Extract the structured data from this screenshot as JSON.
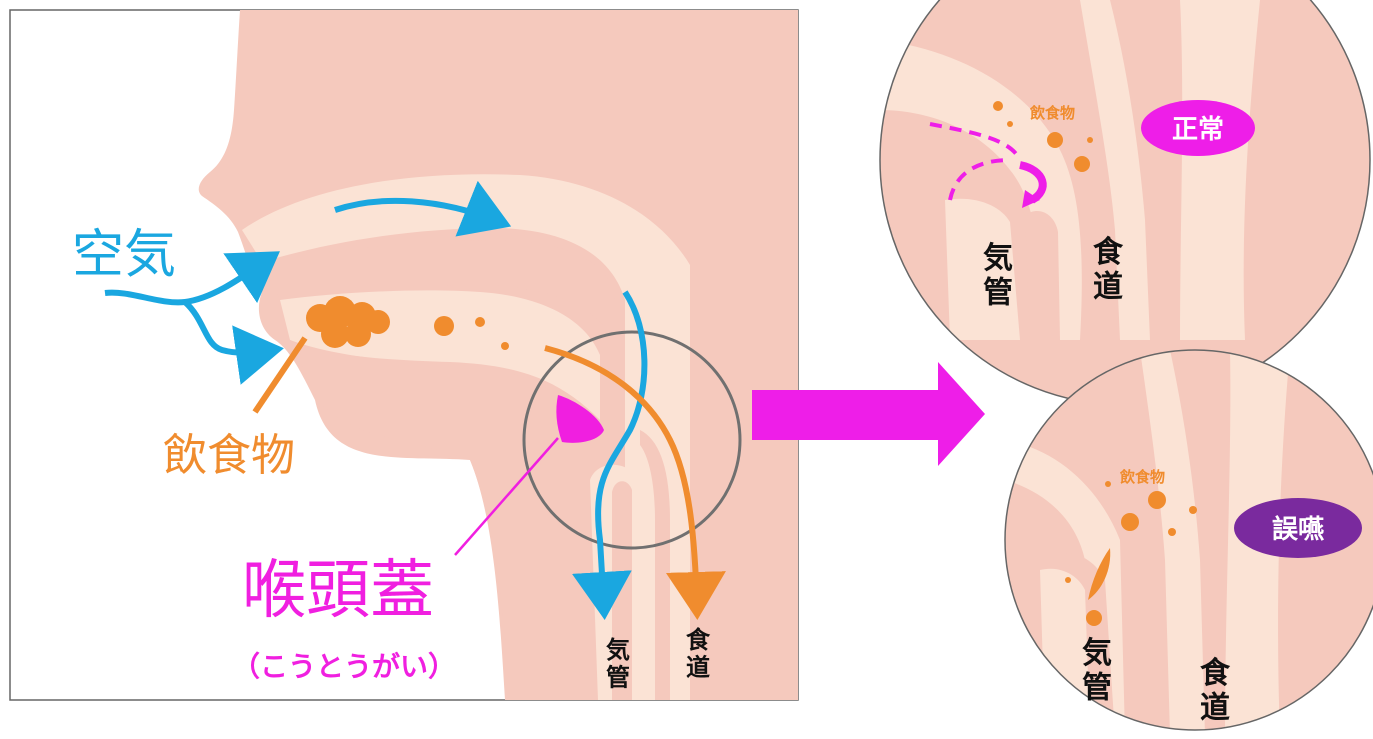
{
  "labels": {
    "air": "空気",
    "food": "飲食物",
    "epiglottis": "喉頭蓋",
    "epiglottis_reading": "（こうとうがい）",
    "trachea": "気\n管",
    "esophagus": "食\n道"
  },
  "normal_view": {
    "badge": "正常",
    "food_label": "飲食物",
    "trachea": "気\n管",
    "esophagus": "食\n道"
  },
  "aspiration_view": {
    "badge": "誤嚥",
    "food_label": "飲食物",
    "trachea": "気\n管",
    "esophagus": "食\n道"
  },
  "colors": {
    "skin": "#f5c9bd",
    "airway": "#fbe3d5",
    "air_arrow": "#1aa7e0",
    "food": "#f08c2e",
    "epiglottis": "#f01fe0",
    "normal_badge": "#ee1ee8",
    "aspiration_badge": "#7a2a9e",
    "big_arrow": "#ee1ee8"
  }
}
